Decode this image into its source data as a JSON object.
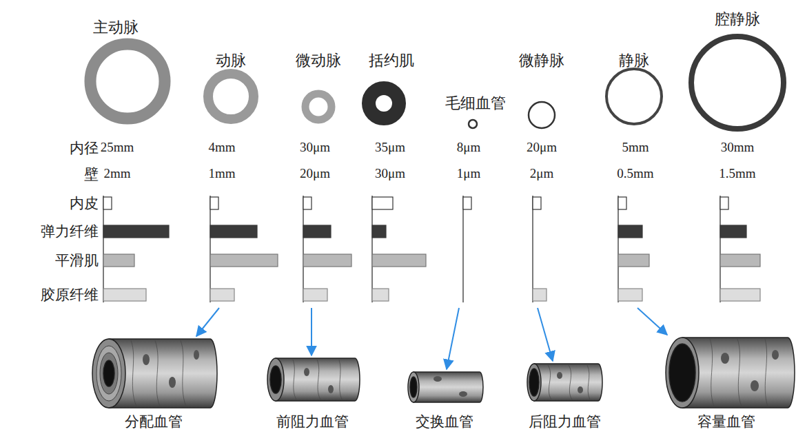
{
  "diagram": {
    "nodes": [
      {
        "text": [
          "主动脉",
          "25mm",
          "2mm"
        ]
      },
      {
        "text": [
          "动脉",
          "4mm",
          "1mm"
        ]
      },
      {
        "text": [
          "微动脉",
          "30μm",
          "20μm"
        ]
      },
      {
        "text": [
          "括约肌",
          "35μm",
          "30μm"
        ]
      },
      {
        "text": [
          "毛细血管",
          "8μm",
          "1μm"
        ]
      },
      {
        "text": [
          "微静脉",
          "20μm",
          "2μm"
        ]
      },
      {
        "text": [
          "静脉",
          "5mm",
          "0.5mm"
        ]
      },
      {
        "text": [
          "腔静脉",
          "30mm",
          "1.5mm"
        ]
      },
      {
        "text": [
          "分配血管"
        ]
      },
      {
        "text": [
          "前阻力血管"
        ]
      },
      {
        "text": [
          "交换血管"
        ]
      },
      {
        "text": [
          "后阻力血管"
        ]
      },
      {
        "text": [
          "容量血管"
        ]
      }
    ],
    "edges": [
      {
        "from": 1,
        "to": 8,
        "arrow": "to"
      },
      {
        "from": 2,
        "to": 9,
        "arrow": "to"
      },
      {
        "from": 4,
        "to": 10,
        "arrow": "to"
      },
      {
        "from": 5,
        "to": 11,
        "arrow": "to"
      },
      {
        "from": 6,
        "to": 12,
        "arrow": "to"
      }
    ],
    "labels": [
      "内径",
      "壁",
      "内皮",
      "弹力纤维",
      "平滑肌",
      "胶原纤维"
    ]
  }
}
